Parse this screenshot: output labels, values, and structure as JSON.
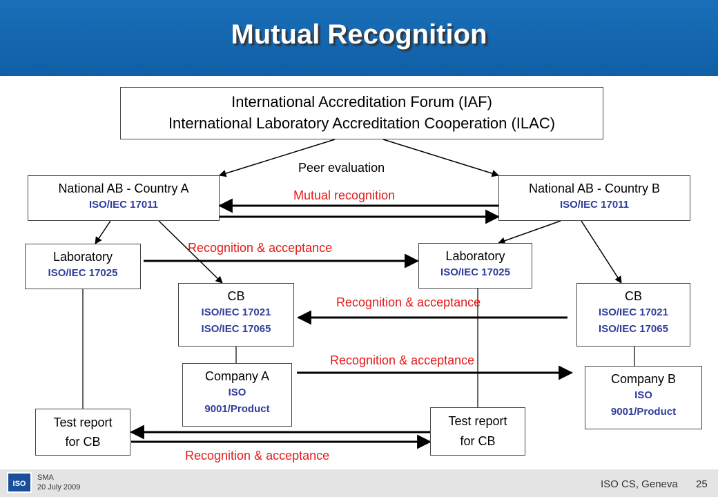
{
  "slide": {
    "title": "Mutual Recognition"
  },
  "forum": {
    "line1": "International Accreditation Forum (IAF)",
    "line2": "International Laboratory Accreditation Cooperation (ILAC)"
  },
  "peer_evaluation": "Peer evaluation",
  "mutual_recognition": "Mutual recognition",
  "recognition_label": "Recognition & acceptance",
  "ab_a": {
    "title": "National AB - Country A",
    "std": "ISO/IEC 17011"
  },
  "ab_b": {
    "title": "National AB - Country B",
    "std": "ISO/IEC 17011"
  },
  "lab_a": {
    "title": "Laboratory",
    "std": "ISO/IEC 17025"
  },
  "lab_b": {
    "title": "Laboratory",
    "std": "ISO/IEC 17025"
  },
  "cb_a": {
    "title": "CB",
    "std1": "ISO/IEC 17021",
    "std2": "ISO/IEC 17065"
  },
  "cb_b": {
    "title": "CB",
    "std1": "ISO/IEC 17021",
    "std2": "ISO/IEC 17065"
  },
  "company_a": {
    "title": "Company A",
    "std1": "ISO",
    "std2": "9001/Product"
  },
  "company_b": {
    "title": "Company B",
    "std1": "ISO",
    "std2": "9001/Product"
  },
  "test_a": {
    "line1": "Test report",
    "line2": "for CB"
  },
  "test_b": {
    "line1": "Test report",
    "line2": "for CB"
  },
  "footer": {
    "logo": "ISO",
    "code": "SMA",
    "date": "20 July 2009",
    "org": "ISO CS, Geneva",
    "page": "25"
  },
  "colors": {
    "header": "#0f5fa6",
    "red_label": "#e41a1a",
    "standard_text": "#2f3d9b"
  }
}
